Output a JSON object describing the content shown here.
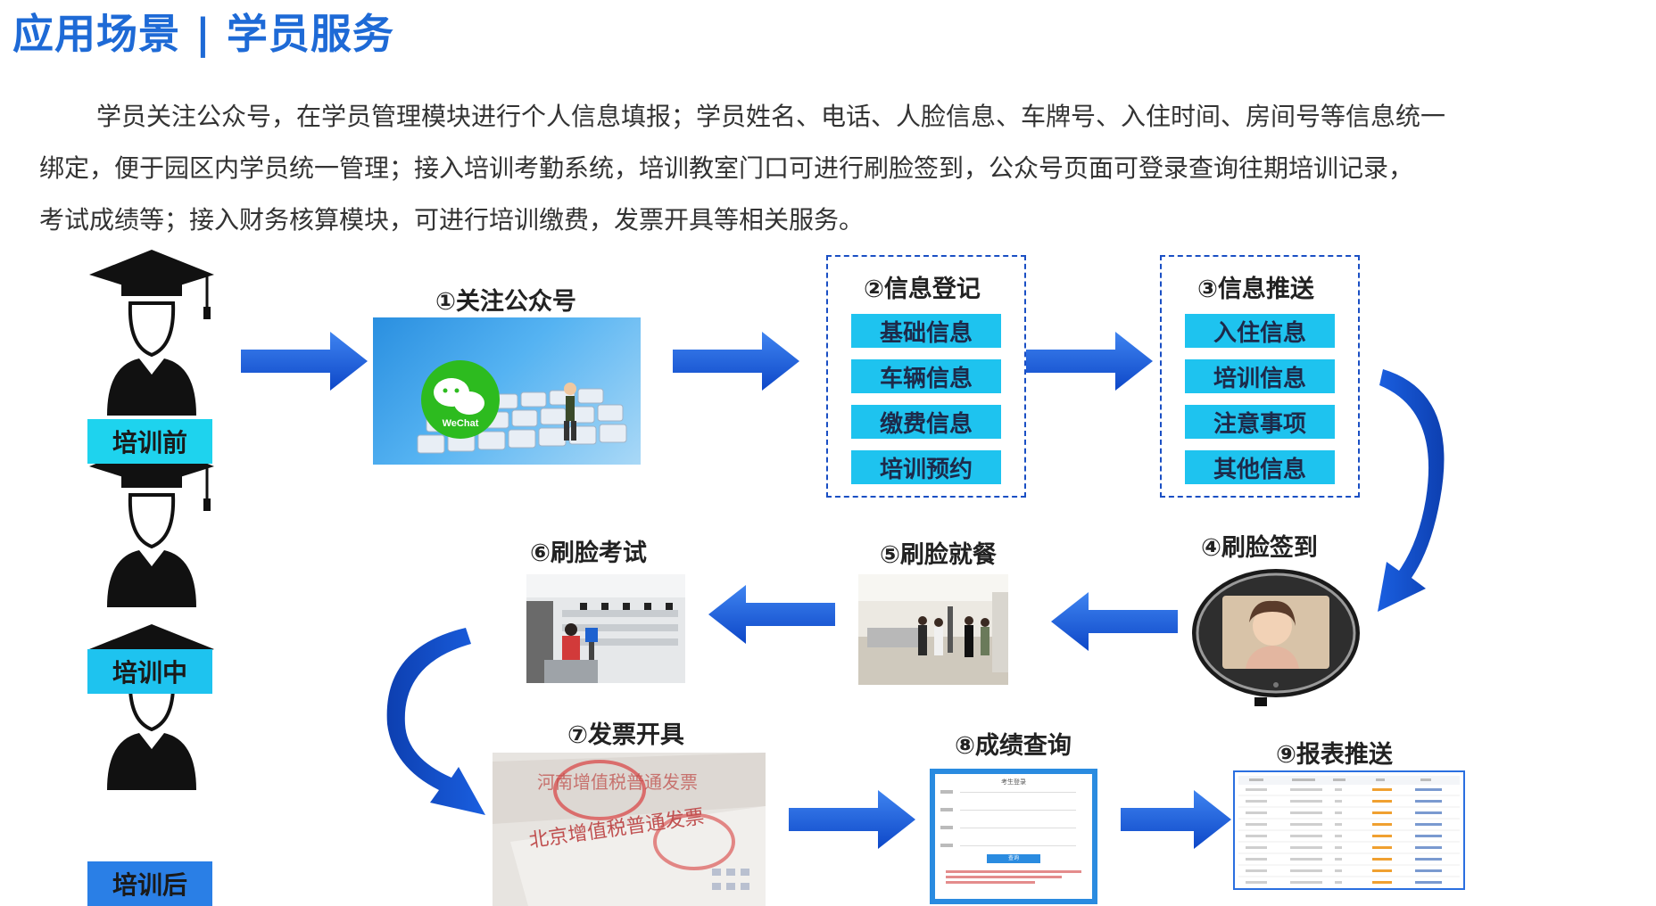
{
  "title": "应用场景 | 学员服务",
  "intro": {
    "line1": "学员关注公众号，在学员管理模块进行个人信息填报；学员姓名、电话、人脸信息、车牌号、入住时间、房间号等信息统一",
    "line2": "绑定，便于园区内学员统一管理；接入培训考勤系统，培训教室门口可进行刷脸签到，公众号页面可登录查询往期培训记录，",
    "line3": "考试成绩等；接入财务核算模块，可进行培训缴费，发票开具等相关服务。"
  },
  "stages": [
    {
      "label": "培训前",
      "color": "#1ed3ee"
    },
    {
      "label": "培训中",
      "color": "#1ec3ef"
    },
    {
      "label": "培训后",
      "color": "#2a7fe6"
    }
  ],
  "steps": {
    "s1": {
      "title": "①关注公众号",
      "wechat_text": "WeChat"
    },
    "s2": {
      "title": "②信息登记",
      "items": [
        "基础信息",
        "车辆信息",
        "缴费信息",
        "培训预约"
      ]
    },
    "s3": {
      "title": "③信息推送",
      "items": [
        "入住信息",
        "培训信息",
        "注意事项",
        "其他信息"
      ]
    },
    "s4": {
      "title": "④刷脸签到"
    },
    "s5": {
      "title": "⑤刷脸就餐"
    },
    "s6": {
      "title": "⑥刷脸考试"
    },
    "s7": {
      "title": "⑦发票开具",
      "invoice_text_1": "北京增值税普通发票",
      "invoice_text_2": "河南增值税普通发票"
    },
    "s8": {
      "title": "⑧成绩查询",
      "login_title": "考生登录",
      "login_button": "查询"
    },
    "s9": {
      "title": "⑨报表推送"
    }
  },
  "colors": {
    "accent": "#1e6ad6",
    "arrow": "#1a5fe0",
    "tag": "#1ec3ef",
    "dash": "#1a4fc4"
  }
}
